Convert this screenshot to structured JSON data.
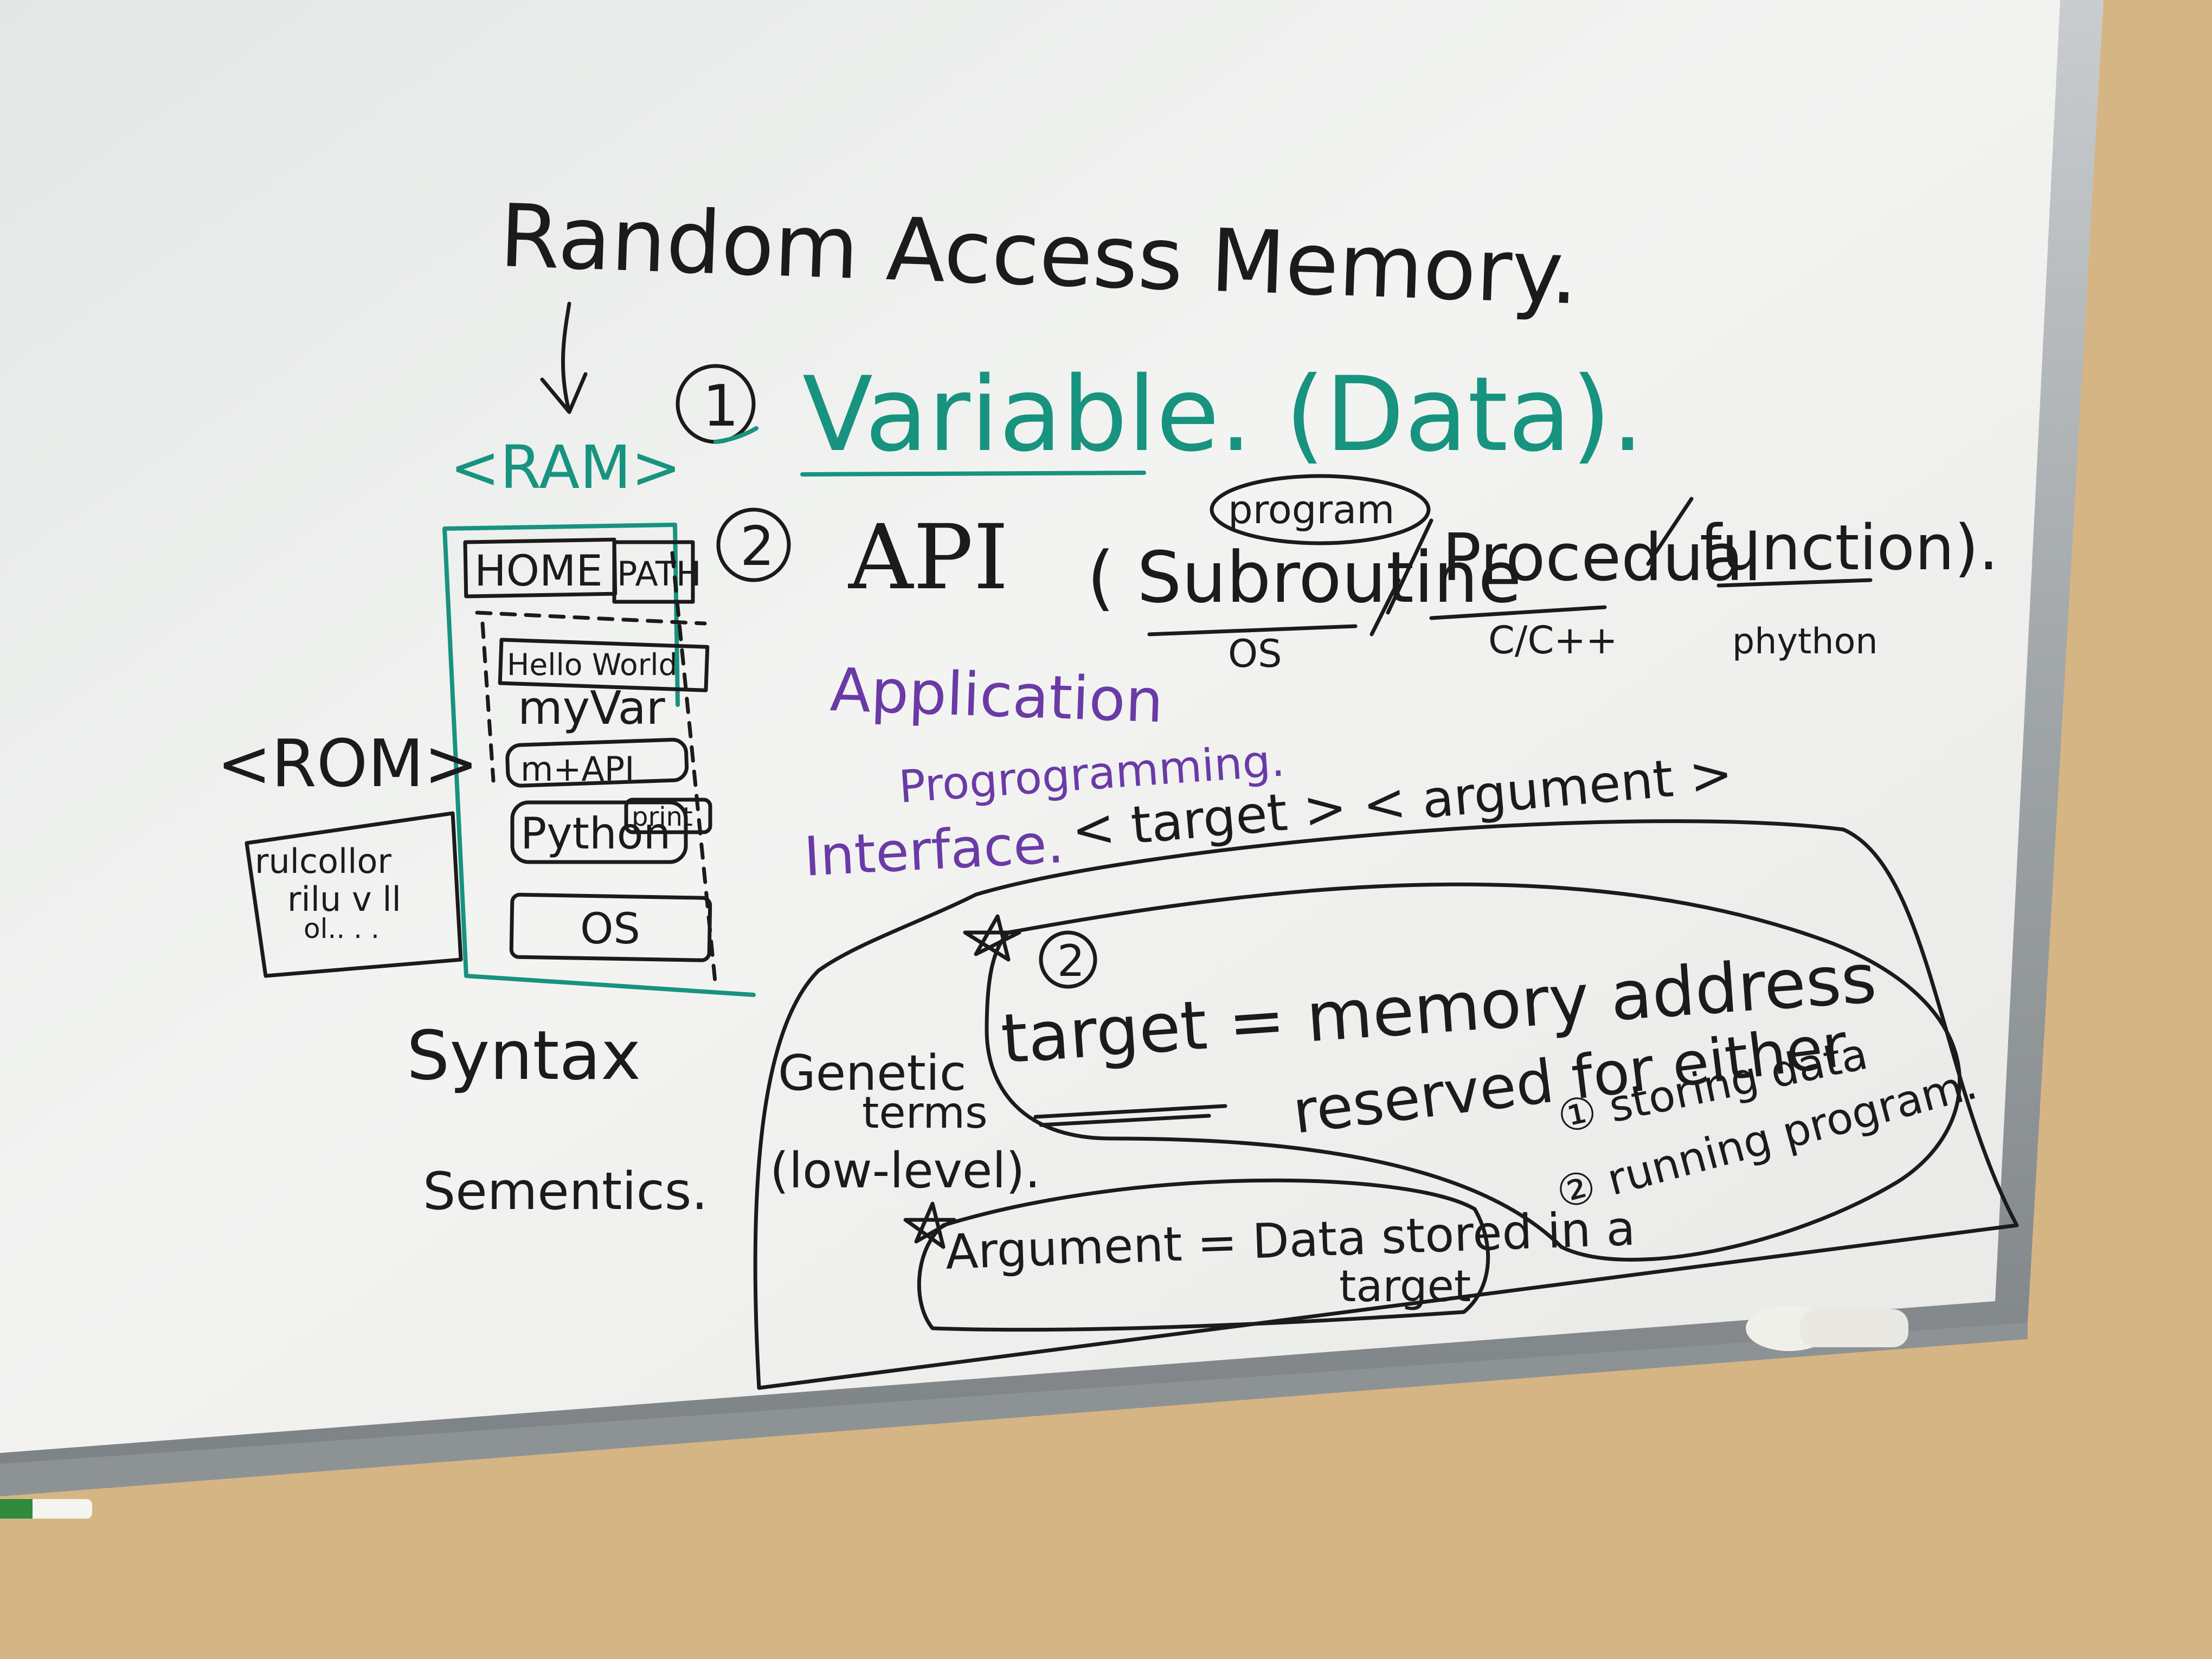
{
  "whiteboard": {
    "title": "Random Access Memory.",
    "ram_label": "<RAM>",
    "rom_label": "<ROM>",
    "rom_bits": [
      "rulcollor",
      "rilu v ll",
      "ol.. . ."
    ],
    "ram_diagram": {
      "tabs": [
        "HOME",
        "PATH"
      ],
      "items": [
        "Hello World",
        "myVar",
        "m+API",
        "Python",
        "print"
      ],
      "os_box": "OS"
    },
    "point1_number": "1",
    "point1_text": "Variable. (Data).",
    "point2_number": "2",
    "point2_text": "API",
    "api_program_note": "program",
    "api_terms": {
      "subroutine": "( Subroutine",
      "procedual": "Procedual",
      "function": "function).",
      "sub_os": "OS",
      "sub_c": "C/C++",
      "sub_python": "phython"
    },
    "api_expansion": [
      "Application",
      "Progrogramming.",
      "Interface."
    ],
    "target_argument": "< target > < argument >",
    "generic_terms": [
      "Genetic",
      "terms",
      "(low-level)."
    ],
    "target_def": "target = memory address",
    "target_def2": "reserved for either",
    "target_num": "2",
    "target_uses": [
      "① storing data",
      "② running program."
    ],
    "argument_def": "Argument = Data stored in a",
    "argument_def2": "target",
    "syntax": "Syntax",
    "semantics": "Sementics."
  },
  "colors": {
    "board": "#eef0ee",
    "frame": "#a3a8ab",
    "wall": "#d8b98a",
    "black_marker": "#1c1a1a",
    "teal_marker": "#17937f",
    "purple_marker": "#6a3aa6"
  }
}
